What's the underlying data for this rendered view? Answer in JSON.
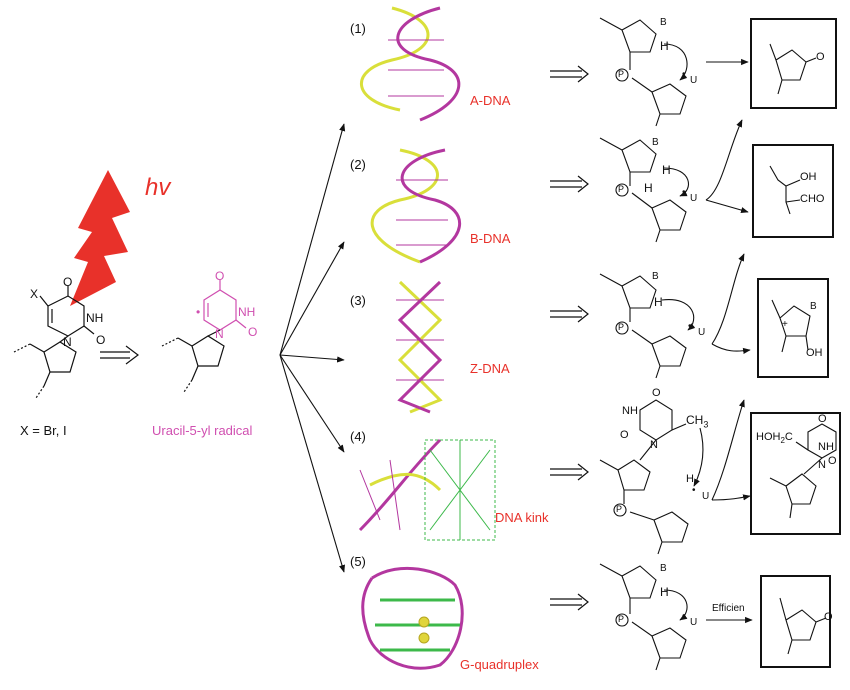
{
  "light_label": "hv",
  "start": {
    "x_label": "X",
    "caption": "X = Br, I",
    "nh": "NH",
    "o1": "O",
    "o2": "O",
    "n": "N"
  },
  "radical": {
    "caption": "Uracil-5-yl radical",
    "o1": "O",
    "o2": "O",
    "nh": "NH",
    "n": "N",
    "dot": "•"
  },
  "structures": [
    {
      "num": "(1)",
      "label": "A-DNA"
    },
    {
      "num": "(2)",
      "label": "B-DNA"
    },
    {
      "num": "(3)",
      "label": "Z-DNA"
    },
    {
      "num": "(4)",
      "label": "DNA kink"
    },
    {
      "num": "(5)",
      "label": "G-quadruplex"
    }
  ],
  "mech_labels": {
    "B": "B",
    "H": "H",
    "U": "U",
    "P": "P",
    "dot": "•",
    "ch3": "CH",
    "three": "3",
    "o": "O",
    "nh": "NH",
    "n": "N"
  },
  "products": {
    "lactone_o": "O",
    "oh": "OH",
    "cho": "CHO",
    "plus": "+",
    "b": "B",
    "oh2": "OH",
    "hoh2c": "HOH",
    "sub2": "2",
    "c": "C",
    "nh": "NH",
    "n": "N",
    "o1": "O",
    "o2": "O"
  },
  "efficient_label": "Efficien",
  "colors": {
    "red": "#e8312a",
    "pink": "#d04fb0",
    "yellow": "#d9df3a",
    "magenta": "#b3379f",
    "green": "#3cb94a"
  }
}
